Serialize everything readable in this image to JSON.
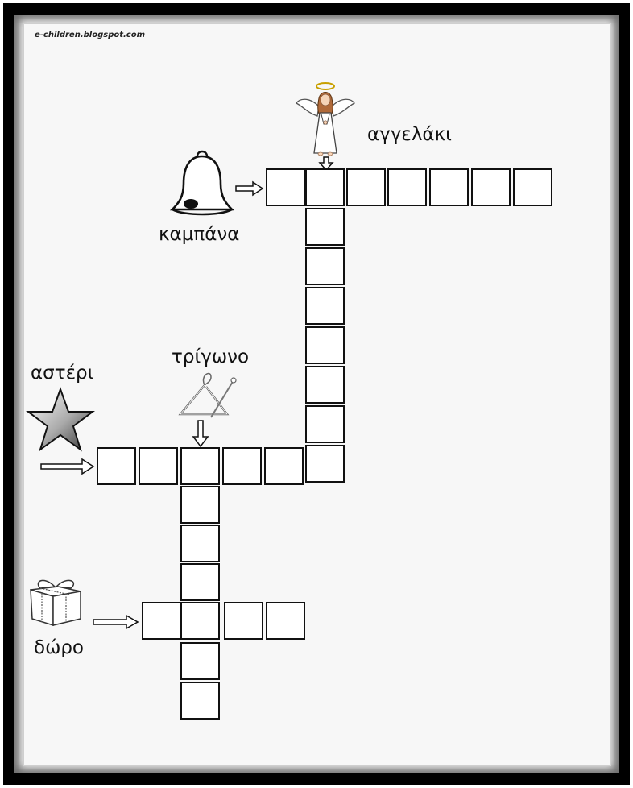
{
  "watermark": "e-children.blogspot.com",
  "words": {
    "bell": "καμπάνα",
    "angel": "αγγελάκι",
    "star": "αστέρι",
    "triangle": "τρίγωνο",
    "gift": "δώρο"
  },
  "icons": {
    "bell": "bell-icon",
    "angel": "angel-icon",
    "star": "star-icon",
    "triangle": "triangle-instrument-icon",
    "gift": "gift-box-icon",
    "arrow": "arrow-icon"
  },
  "colors": {
    "frame": "#000000",
    "cell_border": "#111111",
    "text": "#111111"
  }
}
